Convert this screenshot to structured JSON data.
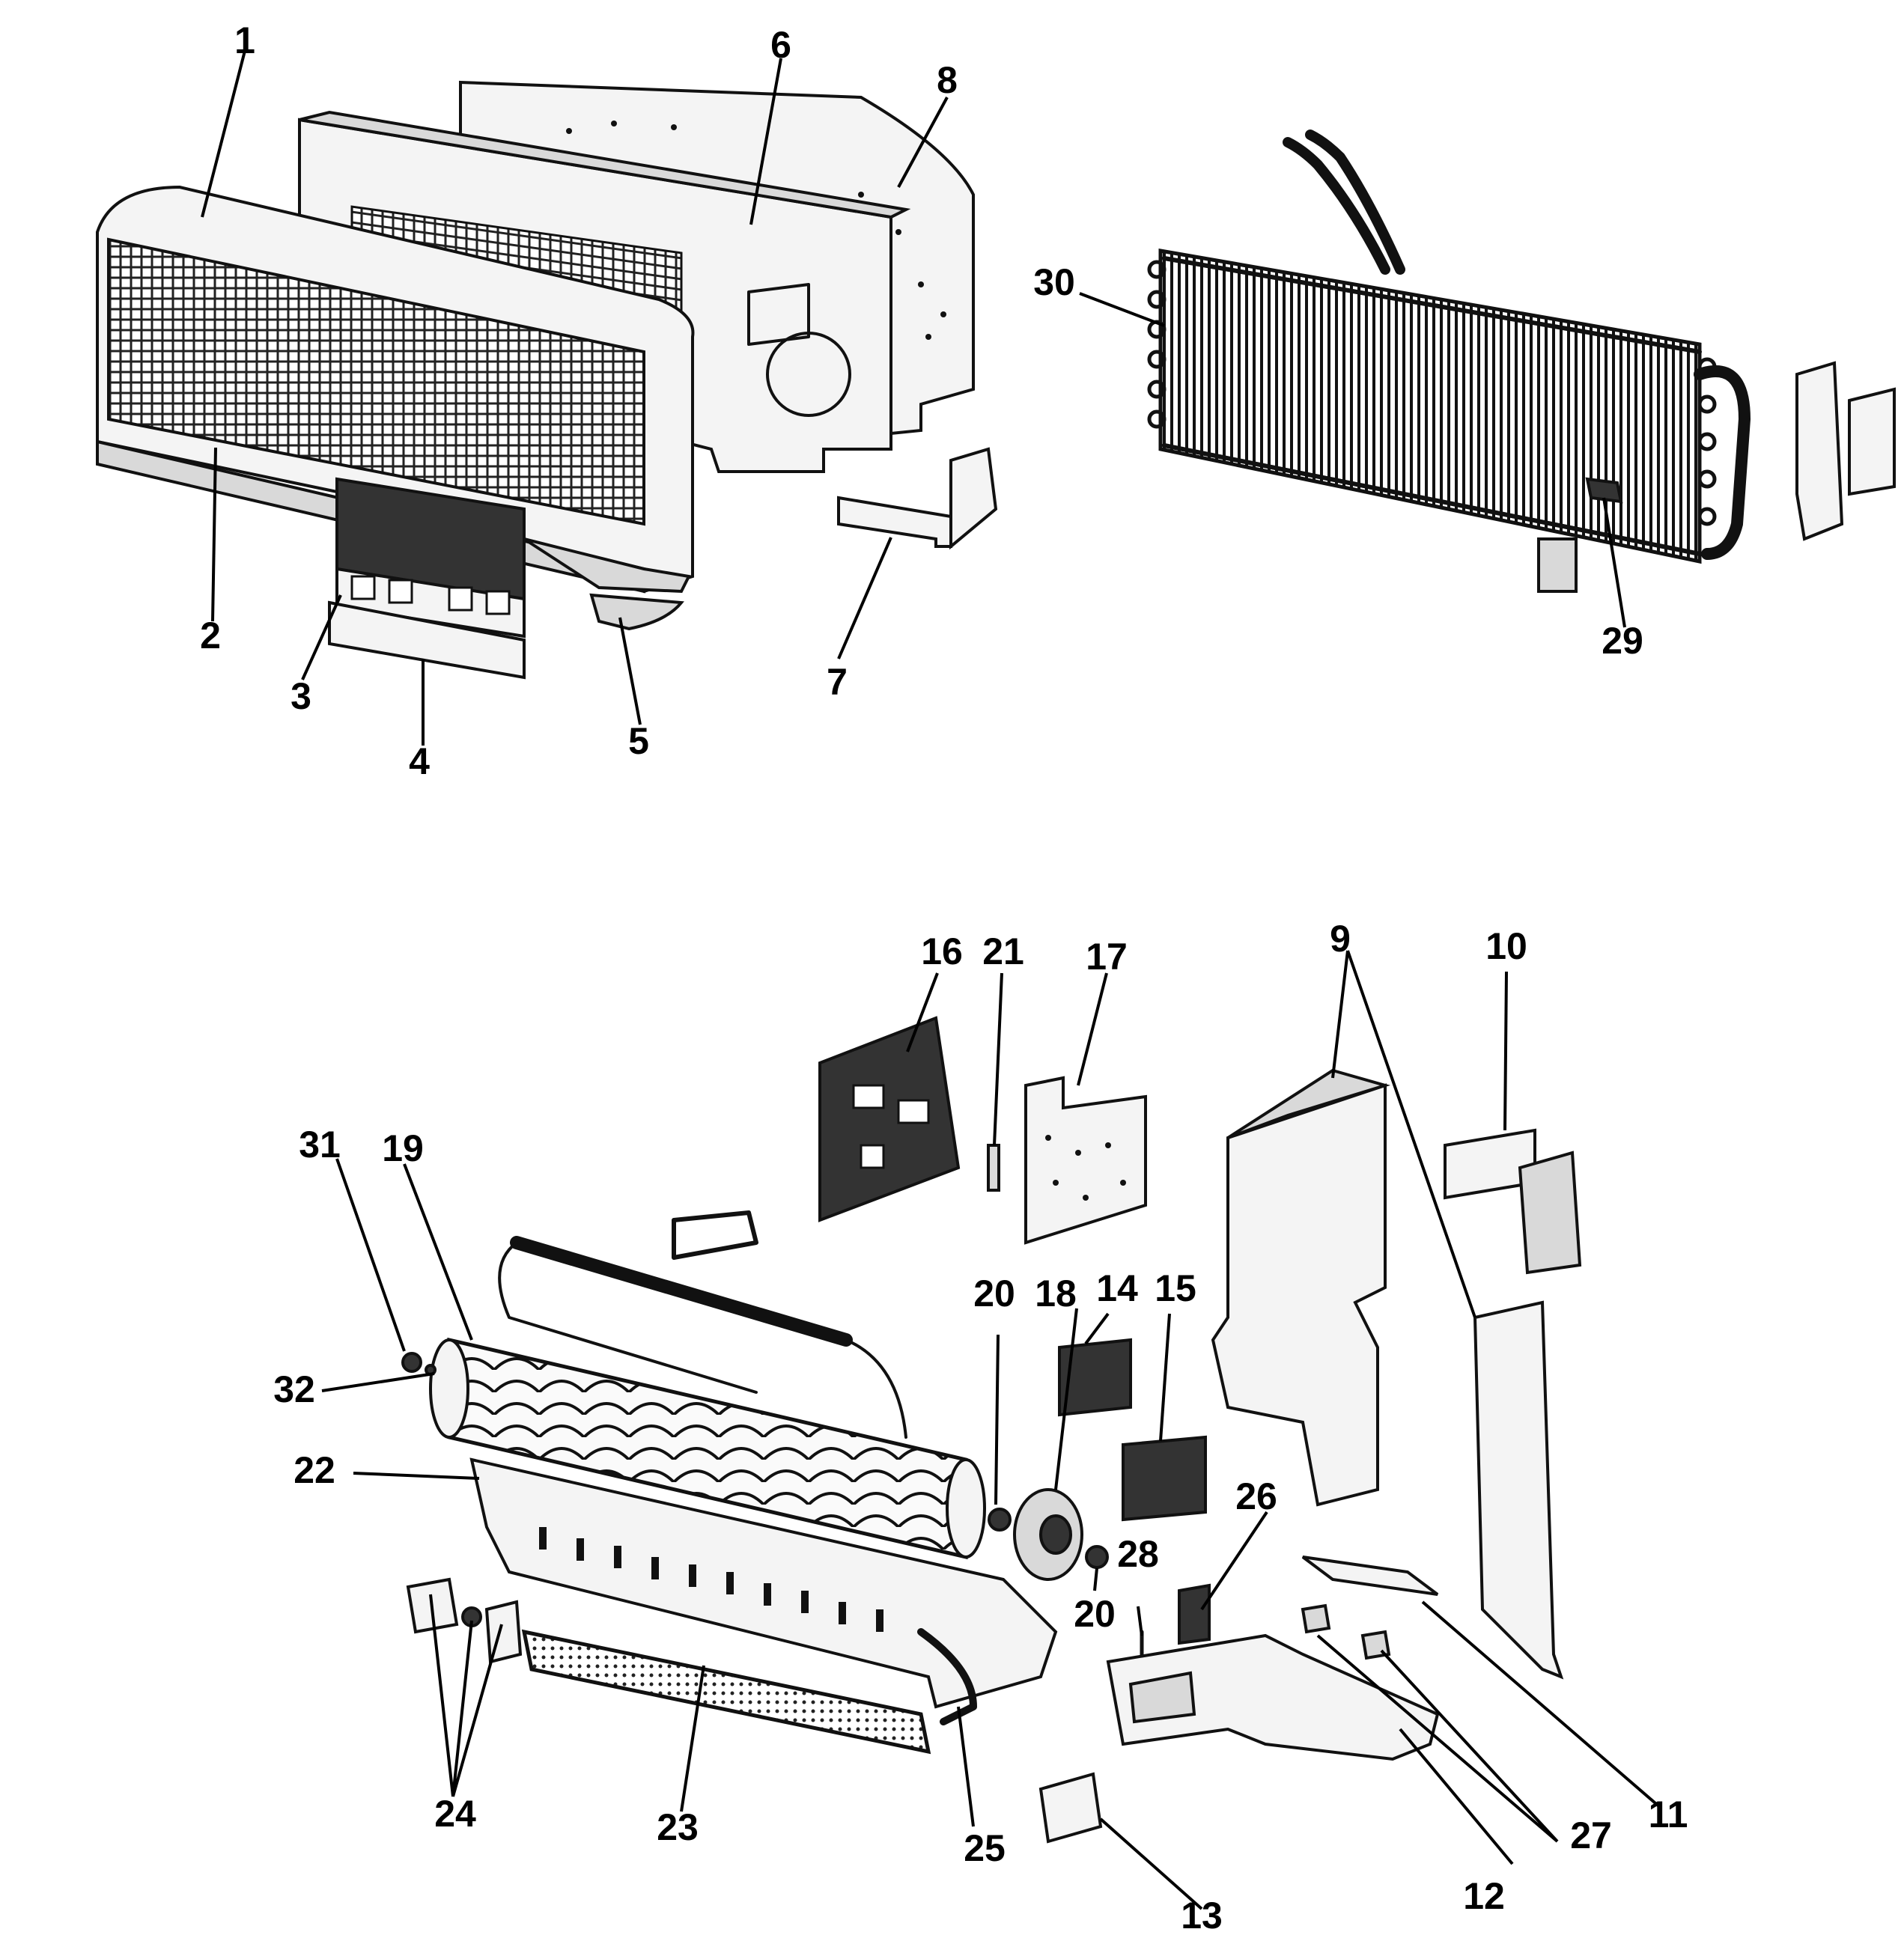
{
  "diagram": {
    "callouts": [
      "1",
      "2",
      "3",
      "4",
      "5",
      "6",
      "7",
      "8",
      "9",
      "10",
      "11",
      "12",
      "13",
      "14",
      "15",
      "16",
      "17",
      "18",
      "19",
      "20",
      "20",
      "21",
      "22",
      "23",
      "24",
      "25",
      "26",
      "27",
      "28",
      "29",
      "30",
      "31",
      "32"
    ]
  }
}
